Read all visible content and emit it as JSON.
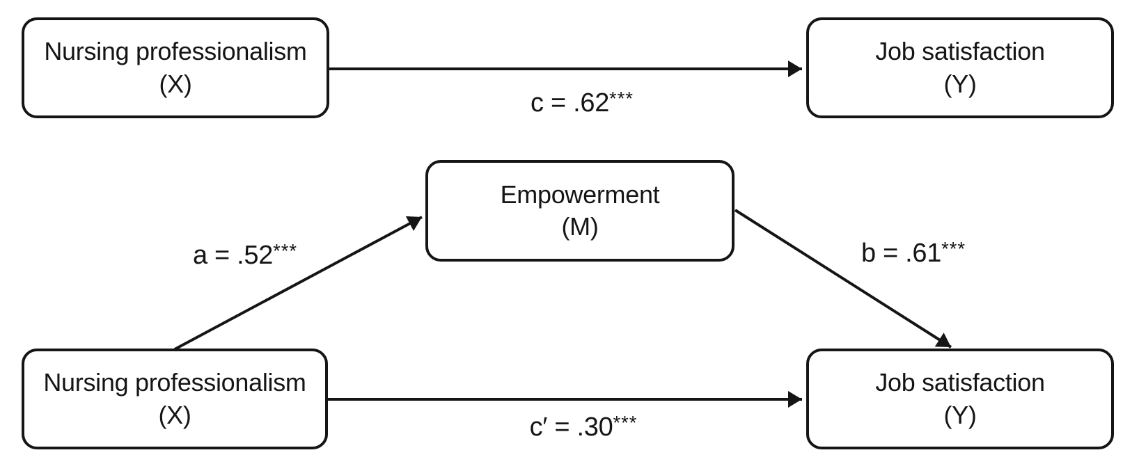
{
  "colors": {
    "ink": "#151515",
    "background": "#ffffff",
    "node_fill": "#ffffff"
  },
  "nodes": {
    "top_x": {
      "title": "Nursing professionalism",
      "symbol": "(X)"
    },
    "top_y": {
      "title": "Job satisfaction",
      "symbol": "(Y)"
    },
    "mediator": {
      "title": "Empowerment",
      "symbol": "(M)"
    },
    "bottom_x": {
      "title": "Nursing professionalism",
      "symbol": "(X)"
    },
    "bottom_y": {
      "title": "Job satisfaction",
      "symbol": "(Y)"
    }
  },
  "edges": {
    "c": {
      "from": "top_x",
      "to": "top_y",
      "coefficient": "c = .62",
      "significance": "***"
    },
    "a": {
      "from": "bottom_x",
      "to": "mediator",
      "coefficient": "a = .52",
      "significance": "***"
    },
    "b": {
      "from": "mediator",
      "to": "bottom_y",
      "coefficient": "b = .61",
      "significance": "***"
    },
    "c_prime": {
      "from": "bottom_x",
      "to": "bottom_y",
      "coefficient": "c′ = .30",
      "significance": "***"
    }
  }
}
